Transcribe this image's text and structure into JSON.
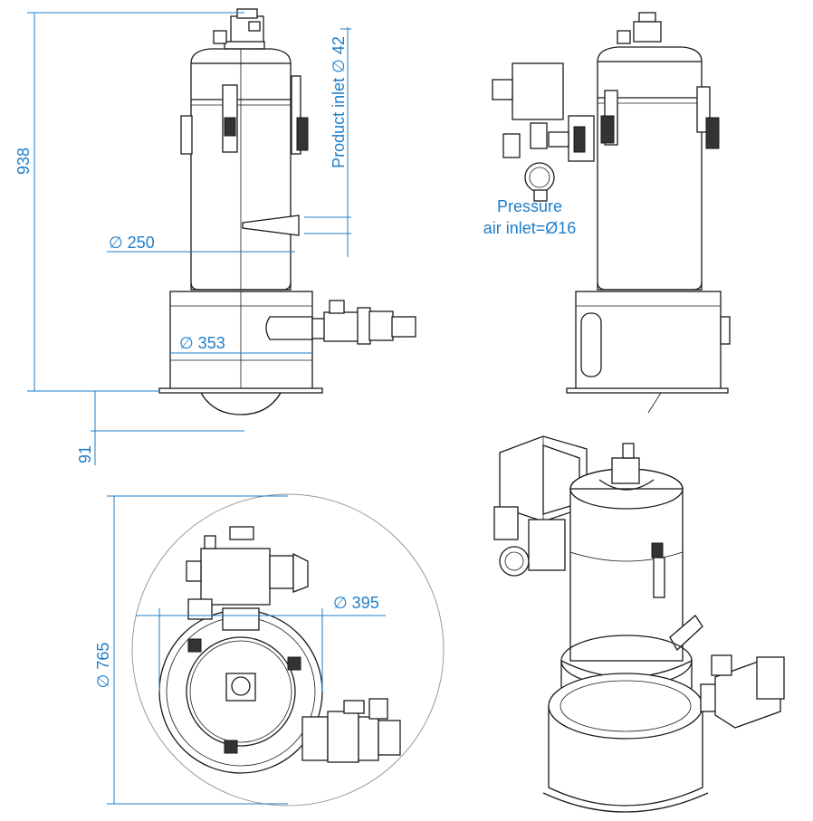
{
  "dimensions": {
    "height_total": "938",
    "height_bottom": "91",
    "product_inlet": "Product inlet ∅ 42",
    "diameter_250": "∅ 250",
    "diameter_353": "∅ 353",
    "pressure_air_line1": "Pressure",
    "pressure_air_line2": "air inlet=Ø16",
    "diameter_395": "∅ 395",
    "diameter_765": "∅ 765"
  },
  "colors": {
    "dimension": "#1f7ec9",
    "outline": "#1a1a1a"
  }
}
